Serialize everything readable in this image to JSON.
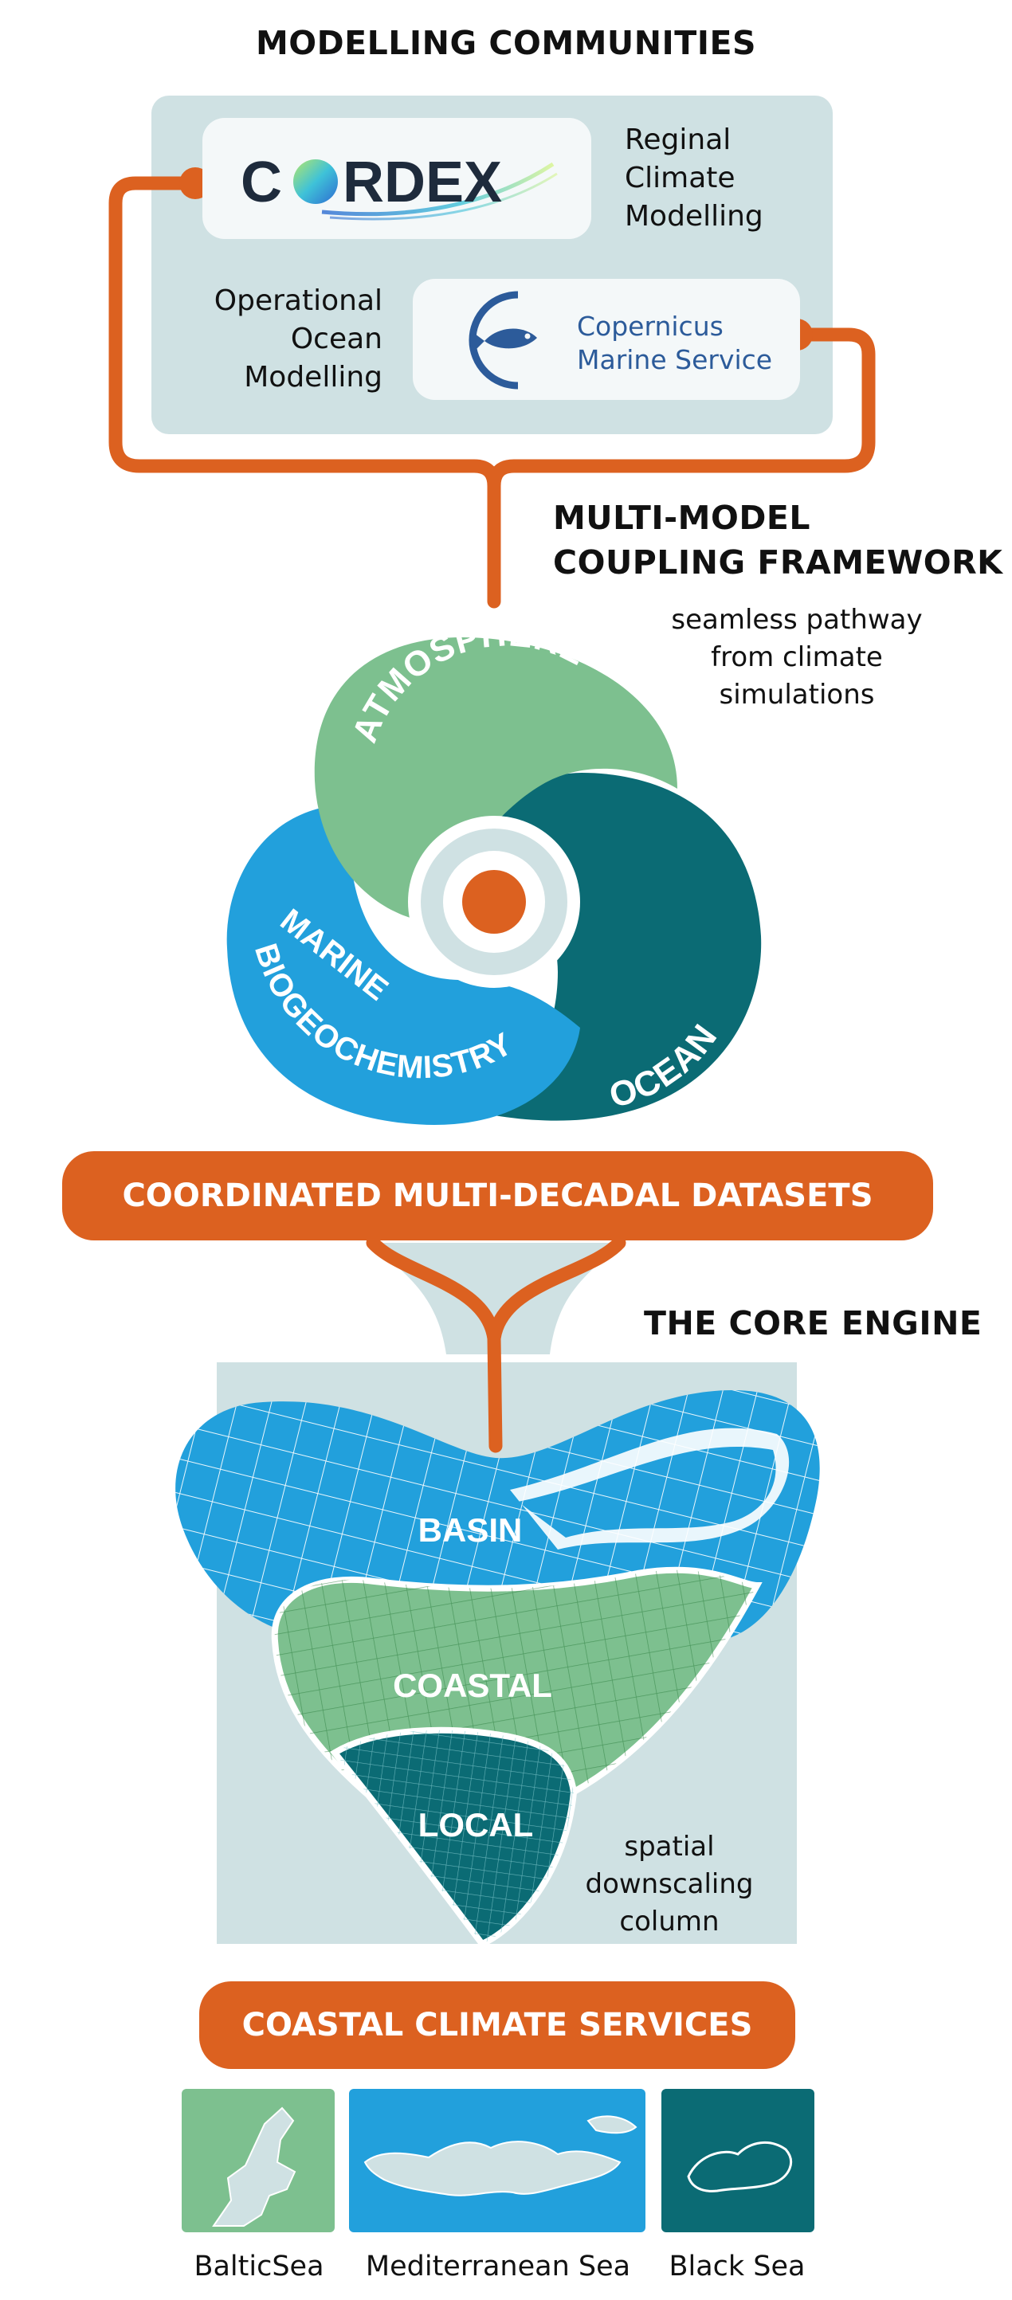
{
  "header": {
    "title": "MODELLING COMMUNITIES"
  },
  "communities": {
    "regional": {
      "logo_text": "CORDEX",
      "lines": [
        "Reginal",
        "Climate",
        "Modelling"
      ]
    },
    "ocean": {
      "lines": [
        "Operational",
        "Ocean",
        "Modelling"
      ],
      "logo_line1": "Copernicus",
      "logo_line2": "Marine Service"
    }
  },
  "framework": {
    "title_line1": "MULTI-MODEL",
    "title_line2": "COUPLING FRAMEWORK",
    "note_lines": [
      "seamless pathway",
      "from climate",
      "simulations"
    ]
  },
  "components": {
    "atmosphere": "ATMOSPHERE",
    "ocean": "OCEAN",
    "marine_line1": "MARINE",
    "marine_line2": "BIOGEOCHEMISTRY"
  },
  "datasets_bar": "COORDINATED MULTI-DECADAL DATASETS",
  "engine": {
    "title": "THE CORE ENGINE",
    "levels": {
      "basin": "BASIN",
      "coastal": "COASTAL",
      "local": "LOCAL"
    },
    "note_lines": [
      "spatial",
      "downscaling",
      "column"
    ]
  },
  "services_bar": "COASTAL CLIMATE SERVICES",
  "seas": [
    "BalticSea",
    "Mediterranean Sea",
    "Black Sea"
  ],
  "colors": {
    "orange": "#dc6120",
    "panel": "#cfe1e3",
    "green": "#7dc08f",
    "blue": "#22a0dc",
    "teal": "#0b6b74",
    "navy": "#2c5b9a"
  }
}
